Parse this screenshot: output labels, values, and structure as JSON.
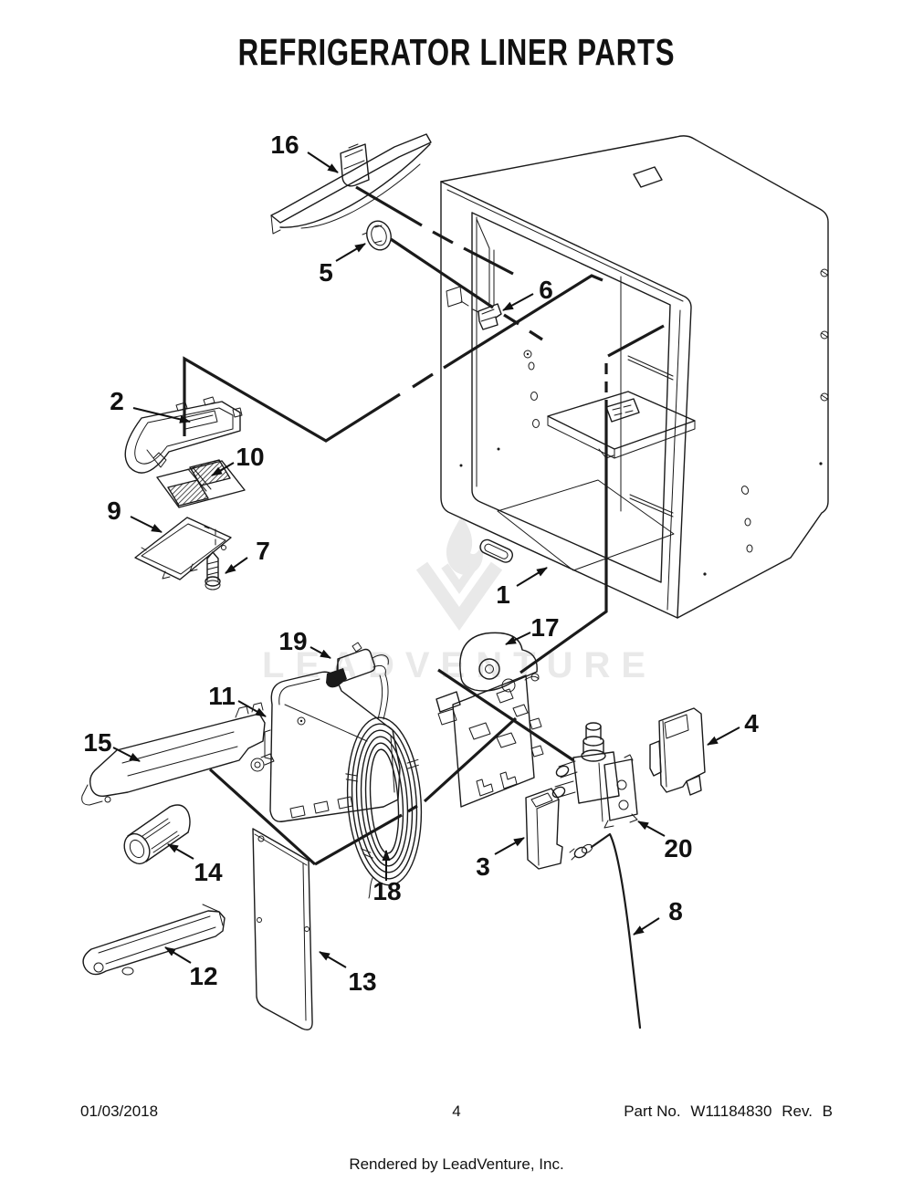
{
  "page": {
    "title": "REFRIGERATOR LINER PARTS"
  },
  "diagram": {
    "watermark": {
      "brand": "LEADVENTURE"
    },
    "callouts": [
      {
        "label": "1"
      },
      {
        "label": "2"
      },
      {
        "label": "3"
      },
      {
        "label": "4"
      },
      {
        "label": "5"
      },
      {
        "label": "6"
      },
      {
        "label": "7"
      },
      {
        "label": "8"
      },
      {
        "label": "9"
      },
      {
        "label": "10"
      },
      {
        "label": "11"
      },
      {
        "label": "12"
      },
      {
        "label": "13"
      },
      {
        "label": "14"
      },
      {
        "label": "15"
      },
      {
        "label": "16"
      },
      {
        "label": "17"
      },
      {
        "label": "18"
      },
      {
        "label": "19"
      },
      {
        "label": "20"
      }
    ]
  },
  "footer": {
    "date": "01/03/2018",
    "page_number": "4",
    "part_label": "Part No.",
    "part_number": "W11184830",
    "rev_label": "Rev.",
    "rev": "B",
    "rendered_by": "Rendered by LeadVenture, Inc."
  }
}
